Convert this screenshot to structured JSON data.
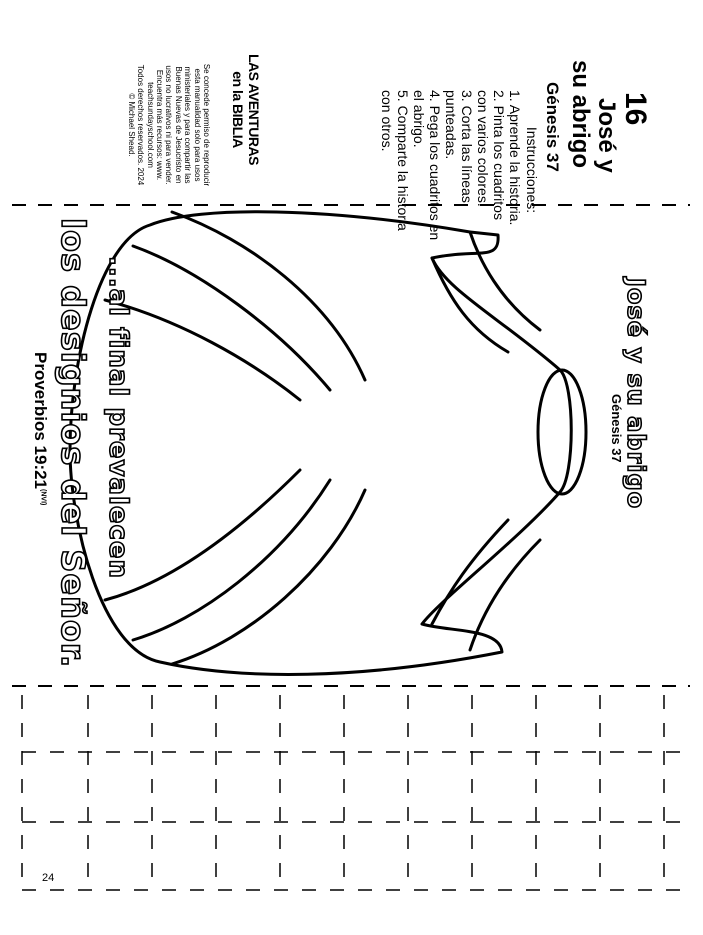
{
  "header": {
    "number": "16",
    "title_line_1": "José y",
    "title_line_2": "su abrigo",
    "reference": "Génesis 37"
  },
  "instructions": {
    "heading": "Instrucciones:",
    "steps": [
      "1. Aprende la historia.",
      "2. Pinta los cuadritos",
      "con varios colores.",
      "3. Corta las líneas",
      "punteadas.",
      "4. Pega los cuadritos en",
      "el abrigo.",
      "5. Comparte la historia",
      "con otros."
    ]
  },
  "brand": {
    "line_1": "LAS AVENTURAS",
    "line_2": "en la BIBLIA"
  },
  "permission": {
    "lines": [
      "Se concede permiso de reproducir",
      "esta manualidad solo para usos",
      "ministeriales y para compartir las",
      "Buenas Nuevas de Jesucristo en",
      "usos no lucrativos ni para vender.",
      "Encuentra más recursos: www.",
      "teachsundayschool.com",
      "Todos derechos reservados. 2024",
      "© Michael Shead."
    ]
  },
  "coat": {
    "title": "José y su abrigo",
    "reference": "Génesis 37",
    "tagline_1": "...al final prevalecen",
    "tagline_2": "los designios del Señor.",
    "verse": "Proverbios 19:21",
    "verse_version": "(NVI)"
  },
  "page_number": "24"
}
